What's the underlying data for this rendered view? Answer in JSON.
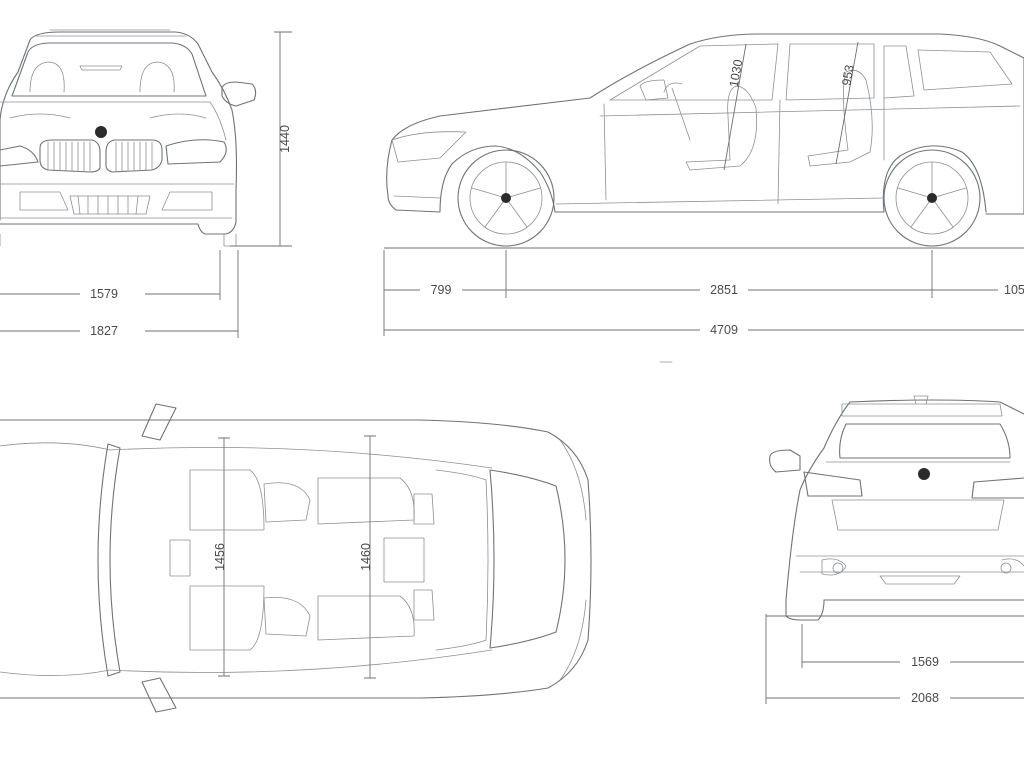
{
  "front_view": {
    "track": "1579",
    "width": "1827",
    "height": "1440"
  },
  "side_view": {
    "front_overhang": "799",
    "wheelbase": "2851",
    "rear_overhang": "105",
    "length": "4709",
    "front_headroom": "1030",
    "rear_headroom": "953"
  },
  "top_view": {
    "front_interior_width": "1456",
    "rear_interior_width": "1460"
  },
  "rear_view": {
    "track": "1569",
    "width_with_mirrors": "2068"
  }
}
